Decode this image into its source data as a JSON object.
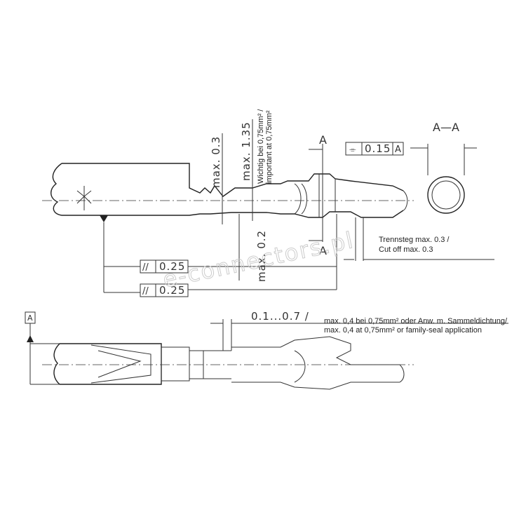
{
  "drawing": {
    "top_view": {
      "dim_max_03": "max. 0.3",
      "dim_max_135": "max. 1.35",
      "note_de": "Wichtig bei 0,75mm² /",
      "note_en": "important at 0,75mm²",
      "section_mark_top": "A",
      "section_mark_bottom": "A",
      "dim_max_02": "max. 0.2",
      "tolerance_1": {
        "symbol": "//",
        "value": "0.25"
      },
      "tolerance_2": {
        "symbol": "//",
        "value": "0.25"
      },
      "cut_off_de": "Trennsteg max. 0.3 /",
      "cut_off_en": "Cut off max. 0.3"
    },
    "section_view": {
      "title": "A—A",
      "tolerance": {
        "symbol": "⌯",
        "value": "0.15",
        "datum": "A"
      }
    },
    "side_view": {
      "datum": "A",
      "dim_range": "0.1...0.7 /",
      "note_de": "max. 0,4 bei 0,75mm² oder Anw. m. Sammeldichtung/",
      "note_en": "max. 0,4 at 0,75mm² or family-seal application"
    },
    "watermark": "e-connectors.pl"
  }
}
